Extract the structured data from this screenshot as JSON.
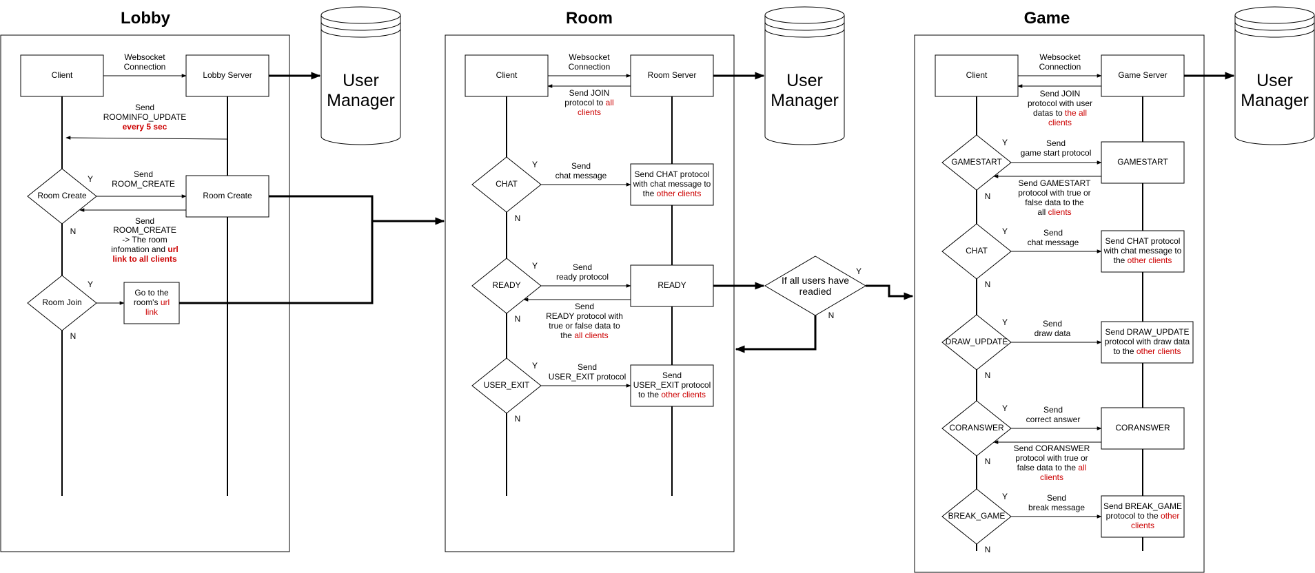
{
  "colors": {
    "stroke": "#000000",
    "highlight": "#cc0000",
    "background": "#ffffff"
  },
  "sections": {
    "lobby": {
      "title": "Lobby"
    },
    "room": {
      "title": "Room"
    },
    "game": {
      "title": "Game"
    }
  },
  "storage": {
    "label_lines": [
      "User",
      "Manager"
    ]
  },
  "lobby": {
    "client": "Client",
    "server": "Lobby Server",
    "room_create_box": "Room Create",
    "room_create_diamond": "Room Create",
    "room_join_diamond": "Room Join",
    "goto_parts": [
      {
        "text": "Go to the"
      },
      {
        "text": "room's "
      },
      {
        "text": "url",
        "highlight": true
      },
      {
        "text": "link",
        "highlight": true
      }
    ],
    "websocket_lines": [
      "Websocket",
      "Connection"
    ],
    "roominfo_parts": [
      {
        "text": "Send"
      },
      {
        "text": "ROOMINFO_UPDATE"
      },
      {
        "text": "every 5 sec",
        "highlight": true,
        "bold": true
      }
    ],
    "create_send_lines": [
      "Send",
      "ROOM_CREATE"
    ],
    "create_reply_parts": [
      {
        "text": "Send"
      },
      {
        "text": "ROOM_CREATE"
      },
      {
        "text": "-> The room"
      },
      {
        "text": "infomation and "
      },
      {
        "text": "url",
        "highlight": true,
        "bold": true
      },
      {
        "text": "link to all clients",
        "highlight": true,
        "bold": true
      }
    ]
  },
  "room": {
    "client": "Client",
    "server": "Room Server",
    "websocket_lines": [
      "Websocket",
      "Connection"
    ],
    "join_parts": [
      {
        "text": "Send JOIN"
      },
      {
        "text": "protocol to "
      },
      {
        "text": "all",
        "highlight": true
      },
      {
        "text": "clients",
        "highlight": true
      }
    ],
    "chat_diamond": "CHAT",
    "chat_send_lines": [
      "Send",
      "chat message"
    ],
    "chat_box_parts": [
      {
        "text": "Send CHAT protocol"
      },
      {
        "text": "with chat message to"
      },
      {
        "text": "the "
      },
      {
        "text": "other clients",
        "highlight": true
      }
    ],
    "ready_diamond": "READY",
    "ready_send_lines": [
      "Send",
      "ready protocol"
    ],
    "ready_box": "READY",
    "ready_reply_parts": [
      {
        "text": "Send"
      },
      {
        "text": "READY protocol with"
      },
      {
        "text": "true or false data  to"
      },
      {
        "text": "the "
      },
      {
        "text": "all clients",
        "highlight": true
      }
    ],
    "exit_diamond": "USER_EXIT",
    "exit_send_lines": [
      "Send",
      "USER_EXIT protocol"
    ],
    "exit_box_parts": [
      {
        "text": "Send"
      },
      {
        "text": "USER_EXIT protocol"
      },
      {
        "text": "to the "
      },
      {
        "text": "other clients",
        "highlight": true
      }
    ],
    "all_ready_lines": [
      "If all users have",
      "readied"
    ]
  },
  "game": {
    "client": "Client",
    "server": "Game Server",
    "websocket_lines": [
      "Websocket",
      "Connection"
    ],
    "join_parts": [
      {
        "text": "Send JOIN"
      },
      {
        "text": "protocol with user"
      },
      {
        "text": "datas to "
      },
      {
        "text": "the all",
        "highlight": true
      },
      {
        "text": "clients",
        "highlight": true
      }
    ],
    "gamestart_diamond": "GAMESTART",
    "gamestart_send_lines": [
      "Send",
      "game start protocol"
    ],
    "gamestart_box": "GAMESTART",
    "gamestart_reply_parts": [
      {
        "text": "Send GAMESTART"
      },
      {
        "text": "protocol with true or"
      },
      {
        "text": "false data to the"
      },
      {
        "text": "all "
      },
      {
        "text": "clients",
        "highlight": true
      }
    ],
    "chat_diamond": "CHAT",
    "chat_send_lines": [
      "Send",
      "chat message"
    ],
    "chat_box_parts": [
      {
        "text": "Send CHAT protocol"
      },
      {
        "text": "with chat message to"
      },
      {
        "text": "the "
      },
      {
        "text": "other clients",
        "highlight": true
      }
    ],
    "draw_diamond": "DRAW_UPDATE",
    "draw_send_lines": [
      "Send",
      "draw data"
    ],
    "draw_box_parts": [
      {
        "text": "Send DRAW_UPDATE"
      },
      {
        "text": "protocol with draw data"
      },
      {
        "text": "to the "
      },
      {
        "text": "other clients",
        "highlight": true
      }
    ],
    "coranswer_diamond": "CORANSWER",
    "coranswer_send_lines": [
      "Send",
      "correct answer"
    ],
    "coranswer_box": "CORANSWER",
    "coranswer_reply_parts": [
      {
        "text": "Send CORANSWER"
      },
      {
        "text": "protocol with true or"
      },
      {
        "text": "false data to the "
      },
      {
        "text": "all",
        "highlight": true
      },
      {
        "text": "clients",
        "highlight": true
      }
    ],
    "break_diamond": "BREAK_GAME",
    "break_send_lines": [
      "Send",
      "break message"
    ],
    "break_box_parts": [
      {
        "text": "Send BREAK_GAME"
      },
      {
        "text": "protocol  to the "
      },
      {
        "text": "other",
        "highlight": true
      },
      {
        "text": "clients",
        "highlight": true
      }
    ]
  },
  "branch": {
    "yes": "Y",
    "no": "N"
  }
}
